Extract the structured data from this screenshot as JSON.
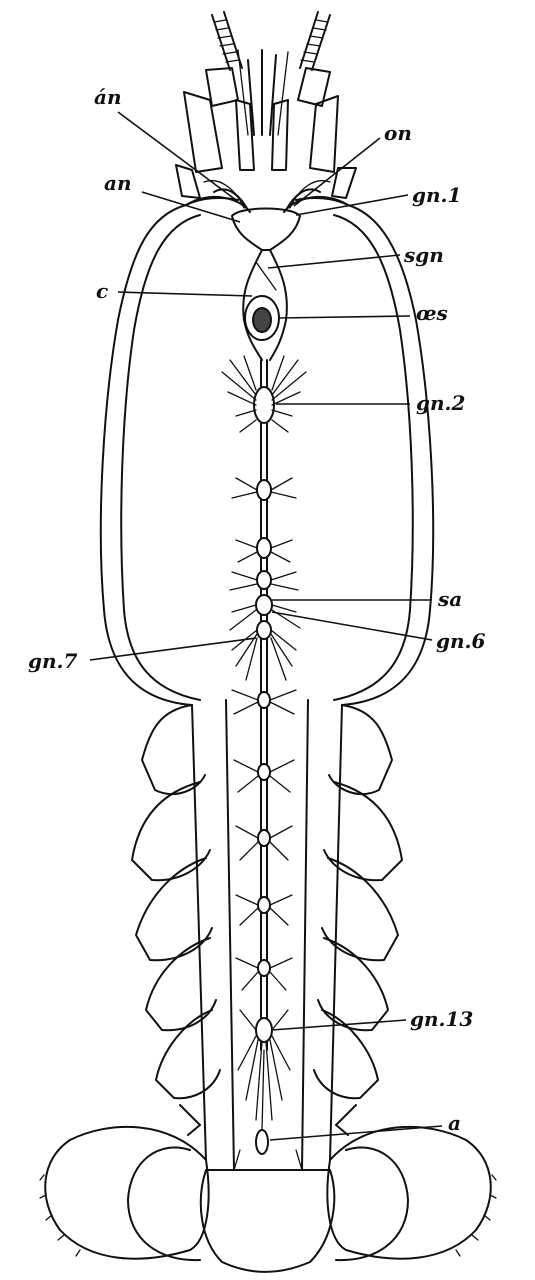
{
  "labels": {
    "an_upper": "án",
    "on": "on",
    "an": "an",
    "gn1": "gn.1",
    "sgn": "sgn",
    "c": "c",
    "oes": "œs",
    "gn2": "gn.2",
    "sa": "sa",
    "gn6": "gn.6",
    "gn7": "gn.7",
    "gn13": "gn.13",
    "a": "a"
  }
}
